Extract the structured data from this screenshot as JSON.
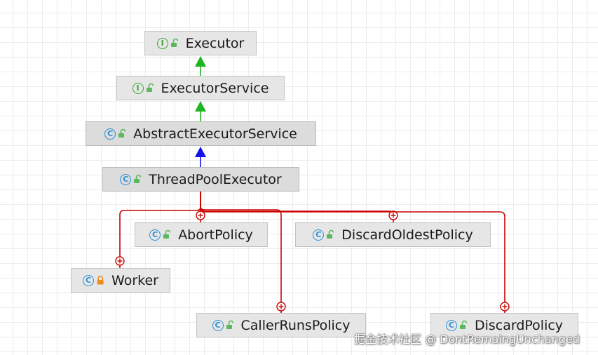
{
  "diagram": {
    "nodes": [
      {
        "id": "executor",
        "label": "Executor",
        "kind": "interface",
        "kind_letter": "I",
        "visibility": "public"
      },
      {
        "id": "executor-service",
        "label": "ExecutorService",
        "kind": "interface",
        "kind_letter": "I",
        "visibility": "public"
      },
      {
        "id": "abstract-executor-service",
        "label": "AbstractExecutorService",
        "kind": "class",
        "kind_letter": "C",
        "visibility": "public"
      },
      {
        "id": "thread-pool-executor",
        "label": "ThreadPoolExecutor",
        "kind": "class",
        "kind_letter": "C",
        "visibility": "public"
      },
      {
        "id": "abort-policy",
        "label": "AbortPolicy",
        "kind": "class",
        "kind_letter": "C",
        "visibility": "public"
      },
      {
        "id": "discard-oldest-policy",
        "label": "DiscardOldestPolicy",
        "kind": "class",
        "kind_letter": "C",
        "visibility": "public"
      },
      {
        "id": "worker",
        "label": "Worker",
        "kind": "class",
        "kind_letter": "C",
        "visibility": "private"
      },
      {
        "id": "caller-runs-policy",
        "label": "CallerRunsPolicy",
        "kind": "class",
        "kind_letter": "C",
        "visibility": "public"
      },
      {
        "id": "discard-policy",
        "label": "DiscardPolicy",
        "kind": "class",
        "kind_letter": "C",
        "visibility": "public"
      }
    ],
    "edges": [
      {
        "from": "executor-service",
        "to": "executor",
        "type": "extends"
      },
      {
        "from": "abstract-executor-service",
        "to": "executor-service",
        "type": "implements"
      },
      {
        "from": "thread-pool-executor",
        "to": "abstract-executor-service",
        "type": "extends"
      },
      {
        "from": "abort-policy",
        "to": "thread-pool-executor",
        "type": "inner-class"
      },
      {
        "from": "discard-oldest-policy",
        "to": "thread-pool-executor",
        "type": "inner-class"
      },
      {
        "from": "worker",
        "to": "thread-pool-executor",
        "type": "inner-class"
      },
      {
        "from": "caller-runs-policy",
        "to": "thread-pool-executor",
        "type": "inner-class"
      },
      {
        "from": "discard-policy",
        "to": "thread-pool-executor",
        "type": "inner-class"
      }
    ]
  },
  "colors": {
    "interface_inheritance": "#1fb51f",
    "class_inheritance": "#1010ee",
    "inner_class": "#cc0000",
    "interface_icon": "#3aa63a",
    "class_icon": "#2e8fd6",
    "public_lock": "#5cb85c",
    "private_lock": "#f08a24",
    "node_fill": "#e6e6e6",
    "node_border": "#c3c3c3"
  },
  "icons": {
    "public": "open-padlock-icon",
    "private": "closed-padlock-icon"
  },
  "watermark": "掘金技术社区 @ DontRemaingUnchanged"
}
